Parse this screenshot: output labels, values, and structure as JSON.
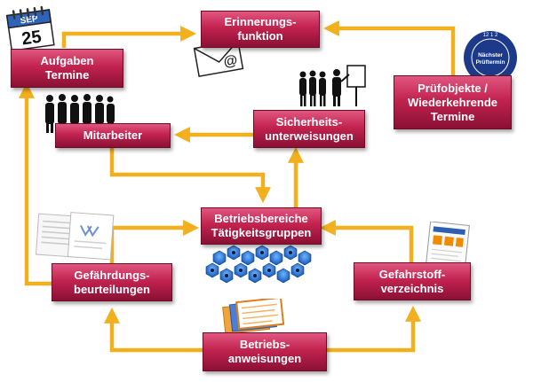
{
  "nodes": {
    "erinnerung": "Erinnerungs-\nfunktion",
    "aufgaben": "Aufgaben\nTermine",
    "pruefobjekte": "Prüfobjekte /\nWiederkehrende\nTermine",
    "mitarbeiter": "Mitarbeiter",
    "sicherheit": "Sicherheits-\nunterweisungen",
    "betriebsbereiche": "Betriebsbereiche\nTätigkeitsgruppen",
    "gefaehrdung": "Gefährdungs-\nbeurteilungen",
    "gefahrstoff": "Gefahrstoff-\nverzeichnis",
    "betriebsanweisungen": "Betriebs-\nanweisungen"
  },
  "calendar": {
    "month": "SEP",
    "day": "25"
  },
  "badge": {
    "label": "Nächster\nPrüftermin",
    "ring": "1 2 3 4 5 6 7 8 9 10 11 12"
  },
  "colors": {
    "node": "#c2234f",
    "arrow": "#f2b01e",
    "badge": "#1d3a8a"
  }
}
